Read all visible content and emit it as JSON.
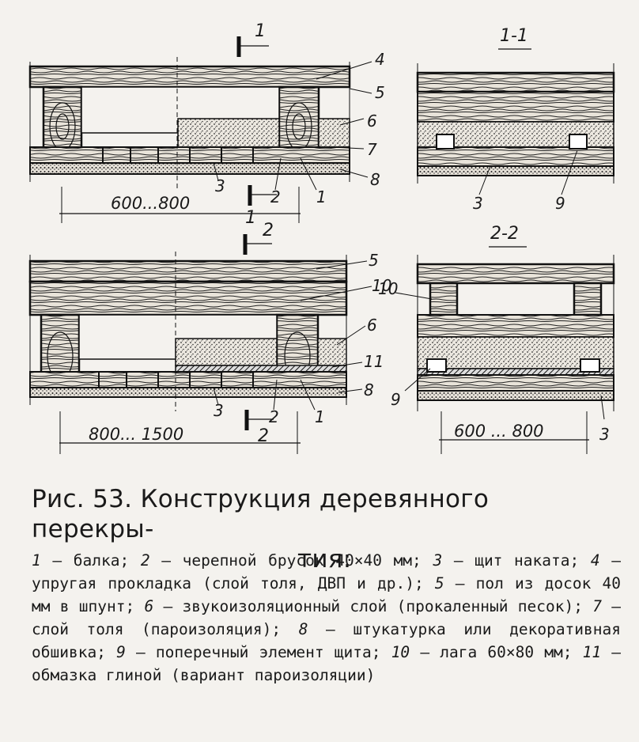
{
  "figure": {
    "caption_prefix": "Рис. 53.",
    "caption_title": "Конструкция деревянного перекры-",
    "caption_title_cont": "тия:"
  },
  "diagram": {
    "section_marks": {
      "s1_top": "1",
      "s1_bottom": "1",
      "s2_top": "2",
      "s2_bottom": "2",
      "view_1_1": "1-1",
      "view_2_2": "2-2"
    },
    "dimensions": {
      "top_left": "600...800",
      "bottom_left": "800... 1500",
      "right_bottom": "600 ... 800"
    },
    "labels_top_left": [
      "4",
      "5",
      "6",
      "7",
      "8",
      "3",
      "2",
      "1"
    ],
    "labels_right_top": [
      "3",
      "9"
    ],
    "labels_bottom_left": [
      "5",
      "10",
      "6",
      "11",
      "8",
      "3",
      "2",
      "1"
    ],
    "labels_right_bottom": [
      "9",
      "3"
    ]
  },
  "legend": [
    {
      "num": "1",
      "text": " — балка; "
    },
    {
      "num": "2",
      "text": " — черепной брусок 40×40 мм; "
    },
    {
      "num": "3",
      "text": " — щит наката; "
    },
    {
      "num": "4",
      "text": " — упругая прокладка (слой толя, ДВП и др.); "
    },
    {
      "num": "5",
      "text": " — пол из досок 40 мм в шпунт; "
    },
    {
      "num": "6",
      "text": " — звукоизоляционный слой (прокаленный песок); "
    },
    {
      "num": "7",
      "text": " — слой толя (пароизоляция); "
    },
    {
      "num": "8",
      "text": " — штукатурка или декоративная обшивка; "
    },
    {
      "num": "9",
      "text": " — поперечный элемент щита; "
    },
    {
      "num": "10",
      "text": " — лага 60×80 мм; "
    },
    {
      "num": "11",
      "text": " — обмазка глиной (вариант пароизоляции)"
    }
  ]
}
